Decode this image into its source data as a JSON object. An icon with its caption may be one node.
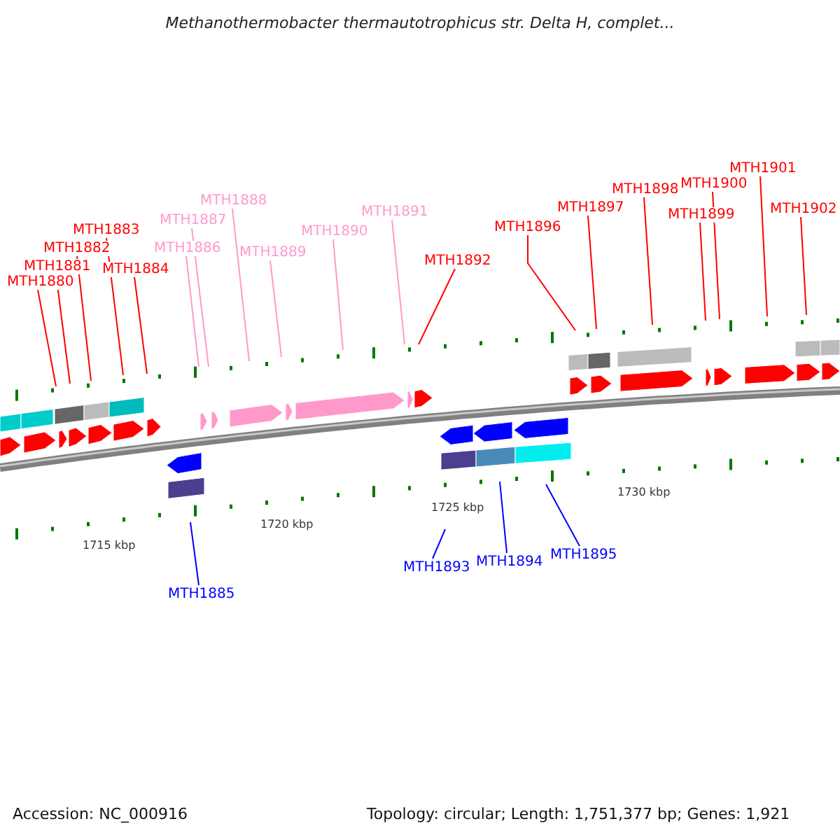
{
  "diagram": {
    "title": "Methanothermobacter thermautotrophicus str. Delta H, complet...",
    "nodes": [
      {
        "text": [
          "MTH1880"
        ]
      },
      {
        "text": [
          "MTH1881"
        ]
      },
      {
        "text": [
          "MTH1882"
        ]
      },
      {
        "text": [
          "MTH1883"
        ]
      },
      {
        "text": [
          "MTH1884"
        ]
      },
      {
        "text": [
          "MTH1885"
        ]
      },
      {
        "text": [
          "MTH1886"
        ]
      },
      {
        "text": [
          "MTH1887"
        ]
      },
      {
        "text": [
          "MTH1888"
        ]
      },
      {
        "text": [
          "MTH1889"
        ]
      },
      {
        "text": [
          "MTH1890"
        ]
      },
      {
        "text": [
          "MTH1891"
        ]
      },
      {
        "text": [
          "MTH1892"
        ]
      },
      {
        "text": [
          "MTH1893"
        ]
      },
      {
        "text": [
          "MTH1894"
        ]
      },
      {
        "text": [
          "MTH1895"
        ]
      },
      {
        "text": [
          "MTH1896"
        ]
      },
      {
        "text": [
          "MTH1897"
        ]
      },
      {
        "text": [
          "MTH1898"
        ]
      },
      {
        "text": [
          "MTH1899"
        ]
      },
      {
        "text": [
          "MTH1900"
        ]
      },
      {
        "text": [
          "MTH1901"
        ]
      },
      {
        "text": [
          "MTH1902"
        ]
      }
    ],
    "edges": [
      {
        "from": 0,
        "to": null,
        "arrow": "none"
      },
      {
        "from": 1,
        "to": null,
        "arrow": "none"
      },
      {
        "from": 2,
        "to": null,
        "arrow": "none"
      },
      {
        "from": 3,
        "to": null,
        "arrow": "none"
      },
      {
        "from": 4,
        "to": null,
        "arrow": "none"
      },
      {
        "from": 5,
        "to": null,
        "arrow": "none",
        "color": "#0000ff"
      },
      {
        "from": 6,
        "to": null,
        "arrow": "none",
        "color": "#ff99cc"
      },
      {
        "from": 7,
        "to": null,
        "arrow": "none",
        "color": "#ff99cc"
      },
      {
        "from": 8,
        "to": null,
        "arrow": "none",
        "color": "#ff99cc"
      },
      {
        "from": 9,
        "to": null,
        "arrow": "none",
        "color": "#ff99cc"
      },
      {
        "from": 10,
        "to": null,
        "arrow": "none",
        "color": "#ff99cc"
      },
      {
        "from": 11,
        "to": null,
        "arrow": "none",
        "color": "#ff99cc"
      },
      {
        "from": 12,
        "to": null,
        "arrow": "none"
      },
      {
        "from": 13,
        "to": null,
        "arrow": "none",
        "color": "#0000ff"
      },
      {
        "from": 14,
        "to": null,
        "arrow": "none",
        "color": "#0000ff"
      },
      {
        "from": 15,
        "to": null,
        "arrow": "none",
        "color": "#0000ff"
      },
      {
        "from": 16,
        "to": null,
        "arrow": "none"
      },
      {
        "from": 17,
        "to": null,
        "arrow": "none"
      },
      {
        "from": 18,
        "to": null,
        "arrow": "none"
      },
      {
        "from": 19,
        "to": null,
        "arrow": "none"
      },
      {
        "from": 20,
        "to": null,
        "arrow": "none"
      },
      {
        "from": 21,
        "to": null,
        "arrow": "none"
      },
      {
        "from": 22,
        "to": null,
        "arrow": "none"
      }
    ],
    "labels": [
      "1715 kbp",
      "1720 kbp",
      "1725 kbp",
      "1730 kbp",
      "Accession: NC_000916",
      "Topology: circular; Length: 1,751,377 bp; Genes: 1,921"
    ]
  }
}
